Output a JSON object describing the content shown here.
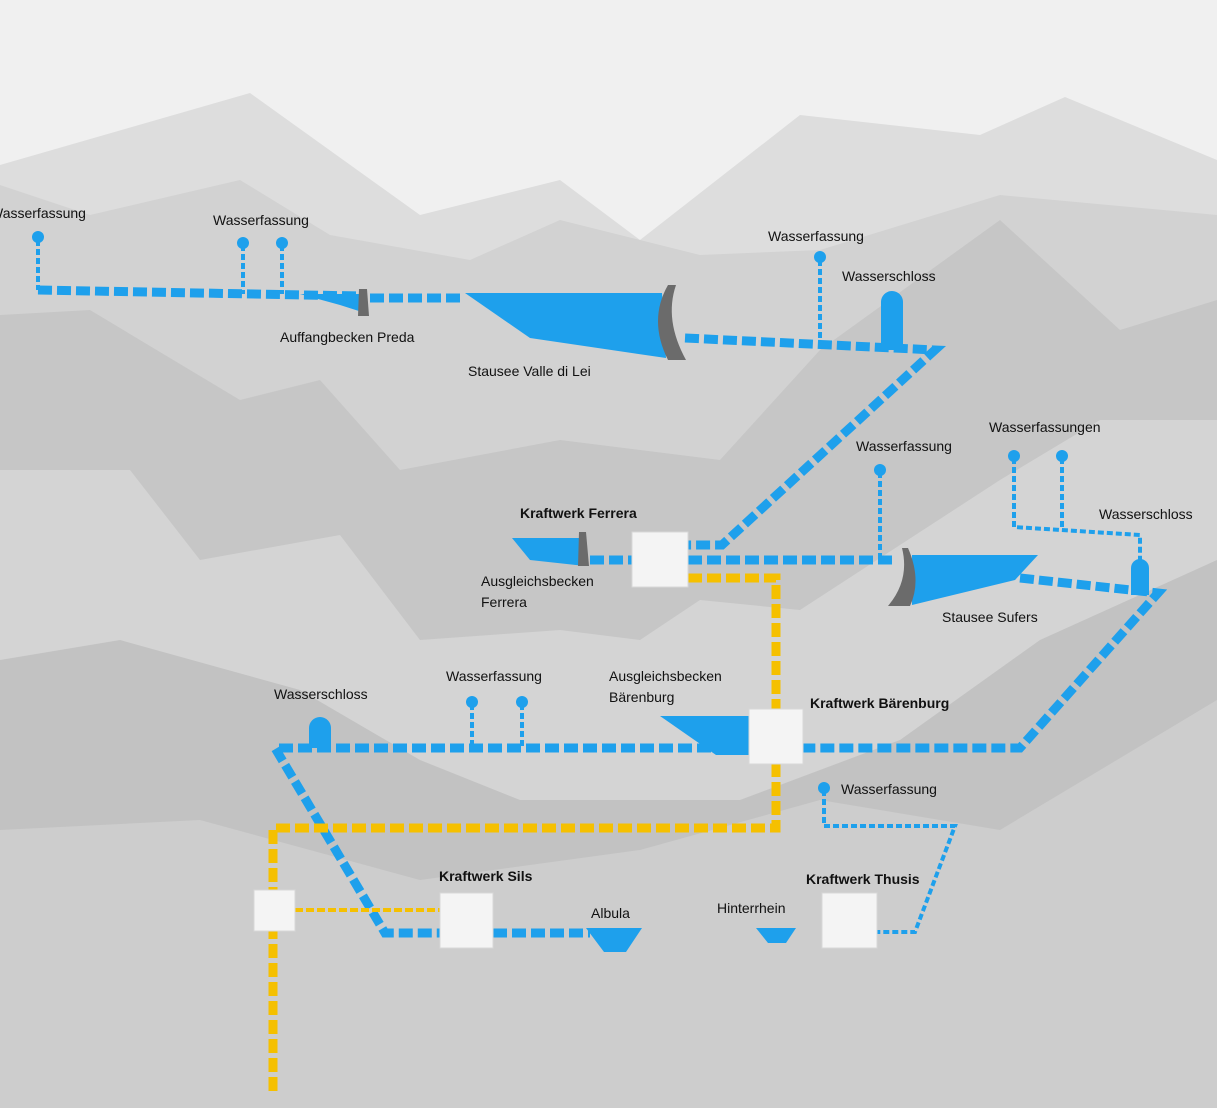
{
  "colors": {
    "water": "#1ea0ec",
    "power": "#f5c000",
    "dam": "#6b6b6b",
    "station": "#f4f4f4"
  },
  "labels": {
    "wf1": "Wasserfassung",
    "wf2": "Wasserfassung",
    "preda": "Auffangbecken Preda",
    "valle_di_lei": "Stausee Valle di Lei",
    "wf3": "Wasserfassung",
    "ws1": "Wasserschloss",
    "wf4": "Wasserfassung",
    "wfs": "Wasserfassungen",
    "ws2": "Wasserschloss",
    "kw_ferrera": "Kraftwerk Ferrera",
    "ab_ferrera": "Ausgleichsbecken\nFerrera",
    "sufers": "Stausee Sufers",
    "ws3": "Wasserschloss",
    "wf5": "Wasserfassung",
    "ab_baerenburg": "Ausgleichsbecken\nBärenburg",
    "kw_baerenburg": "Kraftwerk Bärenburg",
    "wf6": "Wasserfassung",
    "kw_sils": "Kraftwerk Sils",
    "albula": "Albula",
    "kw_thusis": "Kraftwerk Thusis",
    "hinterrhein": "Hinterrhein"
  }
}
